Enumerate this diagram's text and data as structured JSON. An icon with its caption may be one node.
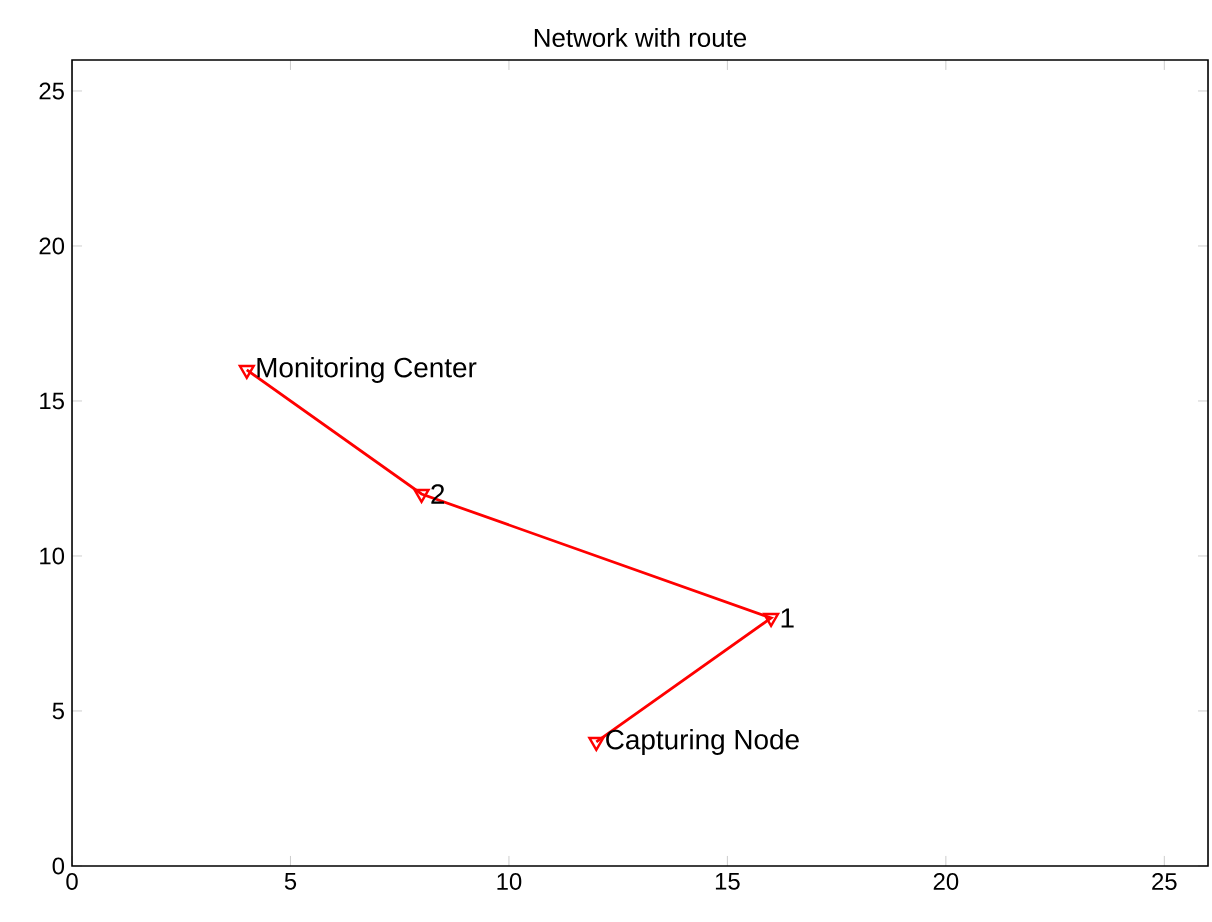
{
  "diagram": {
    "title": "Network with route",
    "chart_data": {
      "type": "line",
      "x": [
        12,
        16,
        8,
        4
      ],
      "series": [
        {
          "color": "#ff0000",
          "marker": "triangle-down",
          "values": [
            4,
            8,
            12,
            16
          ]
        }
      ],
      "xlim": [
        0,
        26
      ],
      "ylim": [
        0,
        26
      ],
      "xticks": [
        0,
        5,
        10,
        15,
        20,
        25
      ],
      "yticks": [
        0,
        5,
        10,
        15,
        20,
        25
      ],
      "annotations": [
        {
          "x": 12,
          "y": 4,
          "text": "Capturing Node"
        },
        {
          "x": 16,
          "y": 8,
          "text": "1"
        },
        {
          "x": 8,
          "y": 12,
          "text": "2"
        },
        {
          "x": 4,
          "y": 16,
          "text": "Monitoring Center"
        }
      ]
    }
  }
}
